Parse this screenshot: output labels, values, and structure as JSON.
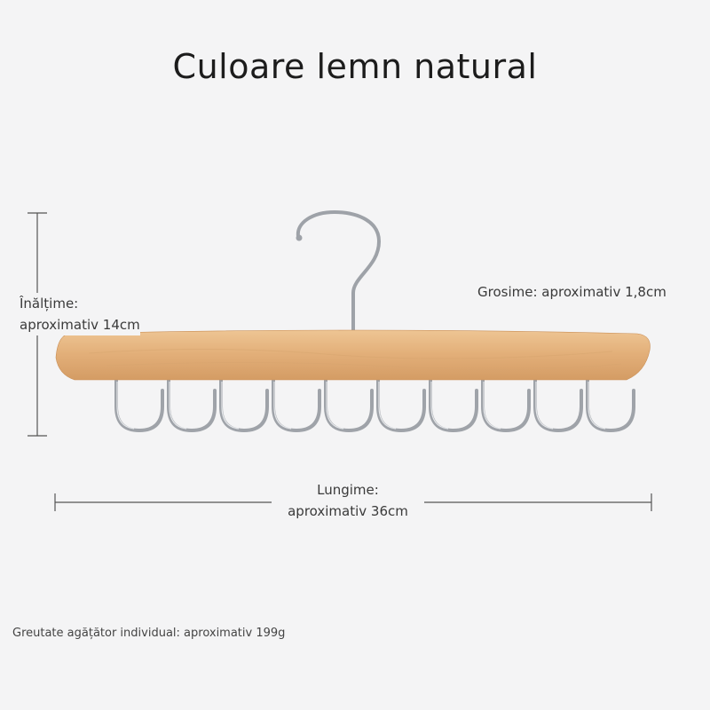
{
  "title": "Culoare lemn natural",
  "dimensions": {
    "height_label_line1": "Înălțime:",
    "height_label_line2": "aproximativ 14cm",
    "thickness_label": "Grosime: aproximativ 1,8cm",
    "length_label_line1": "Lungime:",
    "length_label_line2": "aproximativ 36cm"
  },
  "weight_label": "Greutate agățător individual: aproximativ 199g",
  "product": {
    "hook_count": 10,
    "wood_color": "#e2b07c",
    "metal_color": "#a9adb3"
  }
}
